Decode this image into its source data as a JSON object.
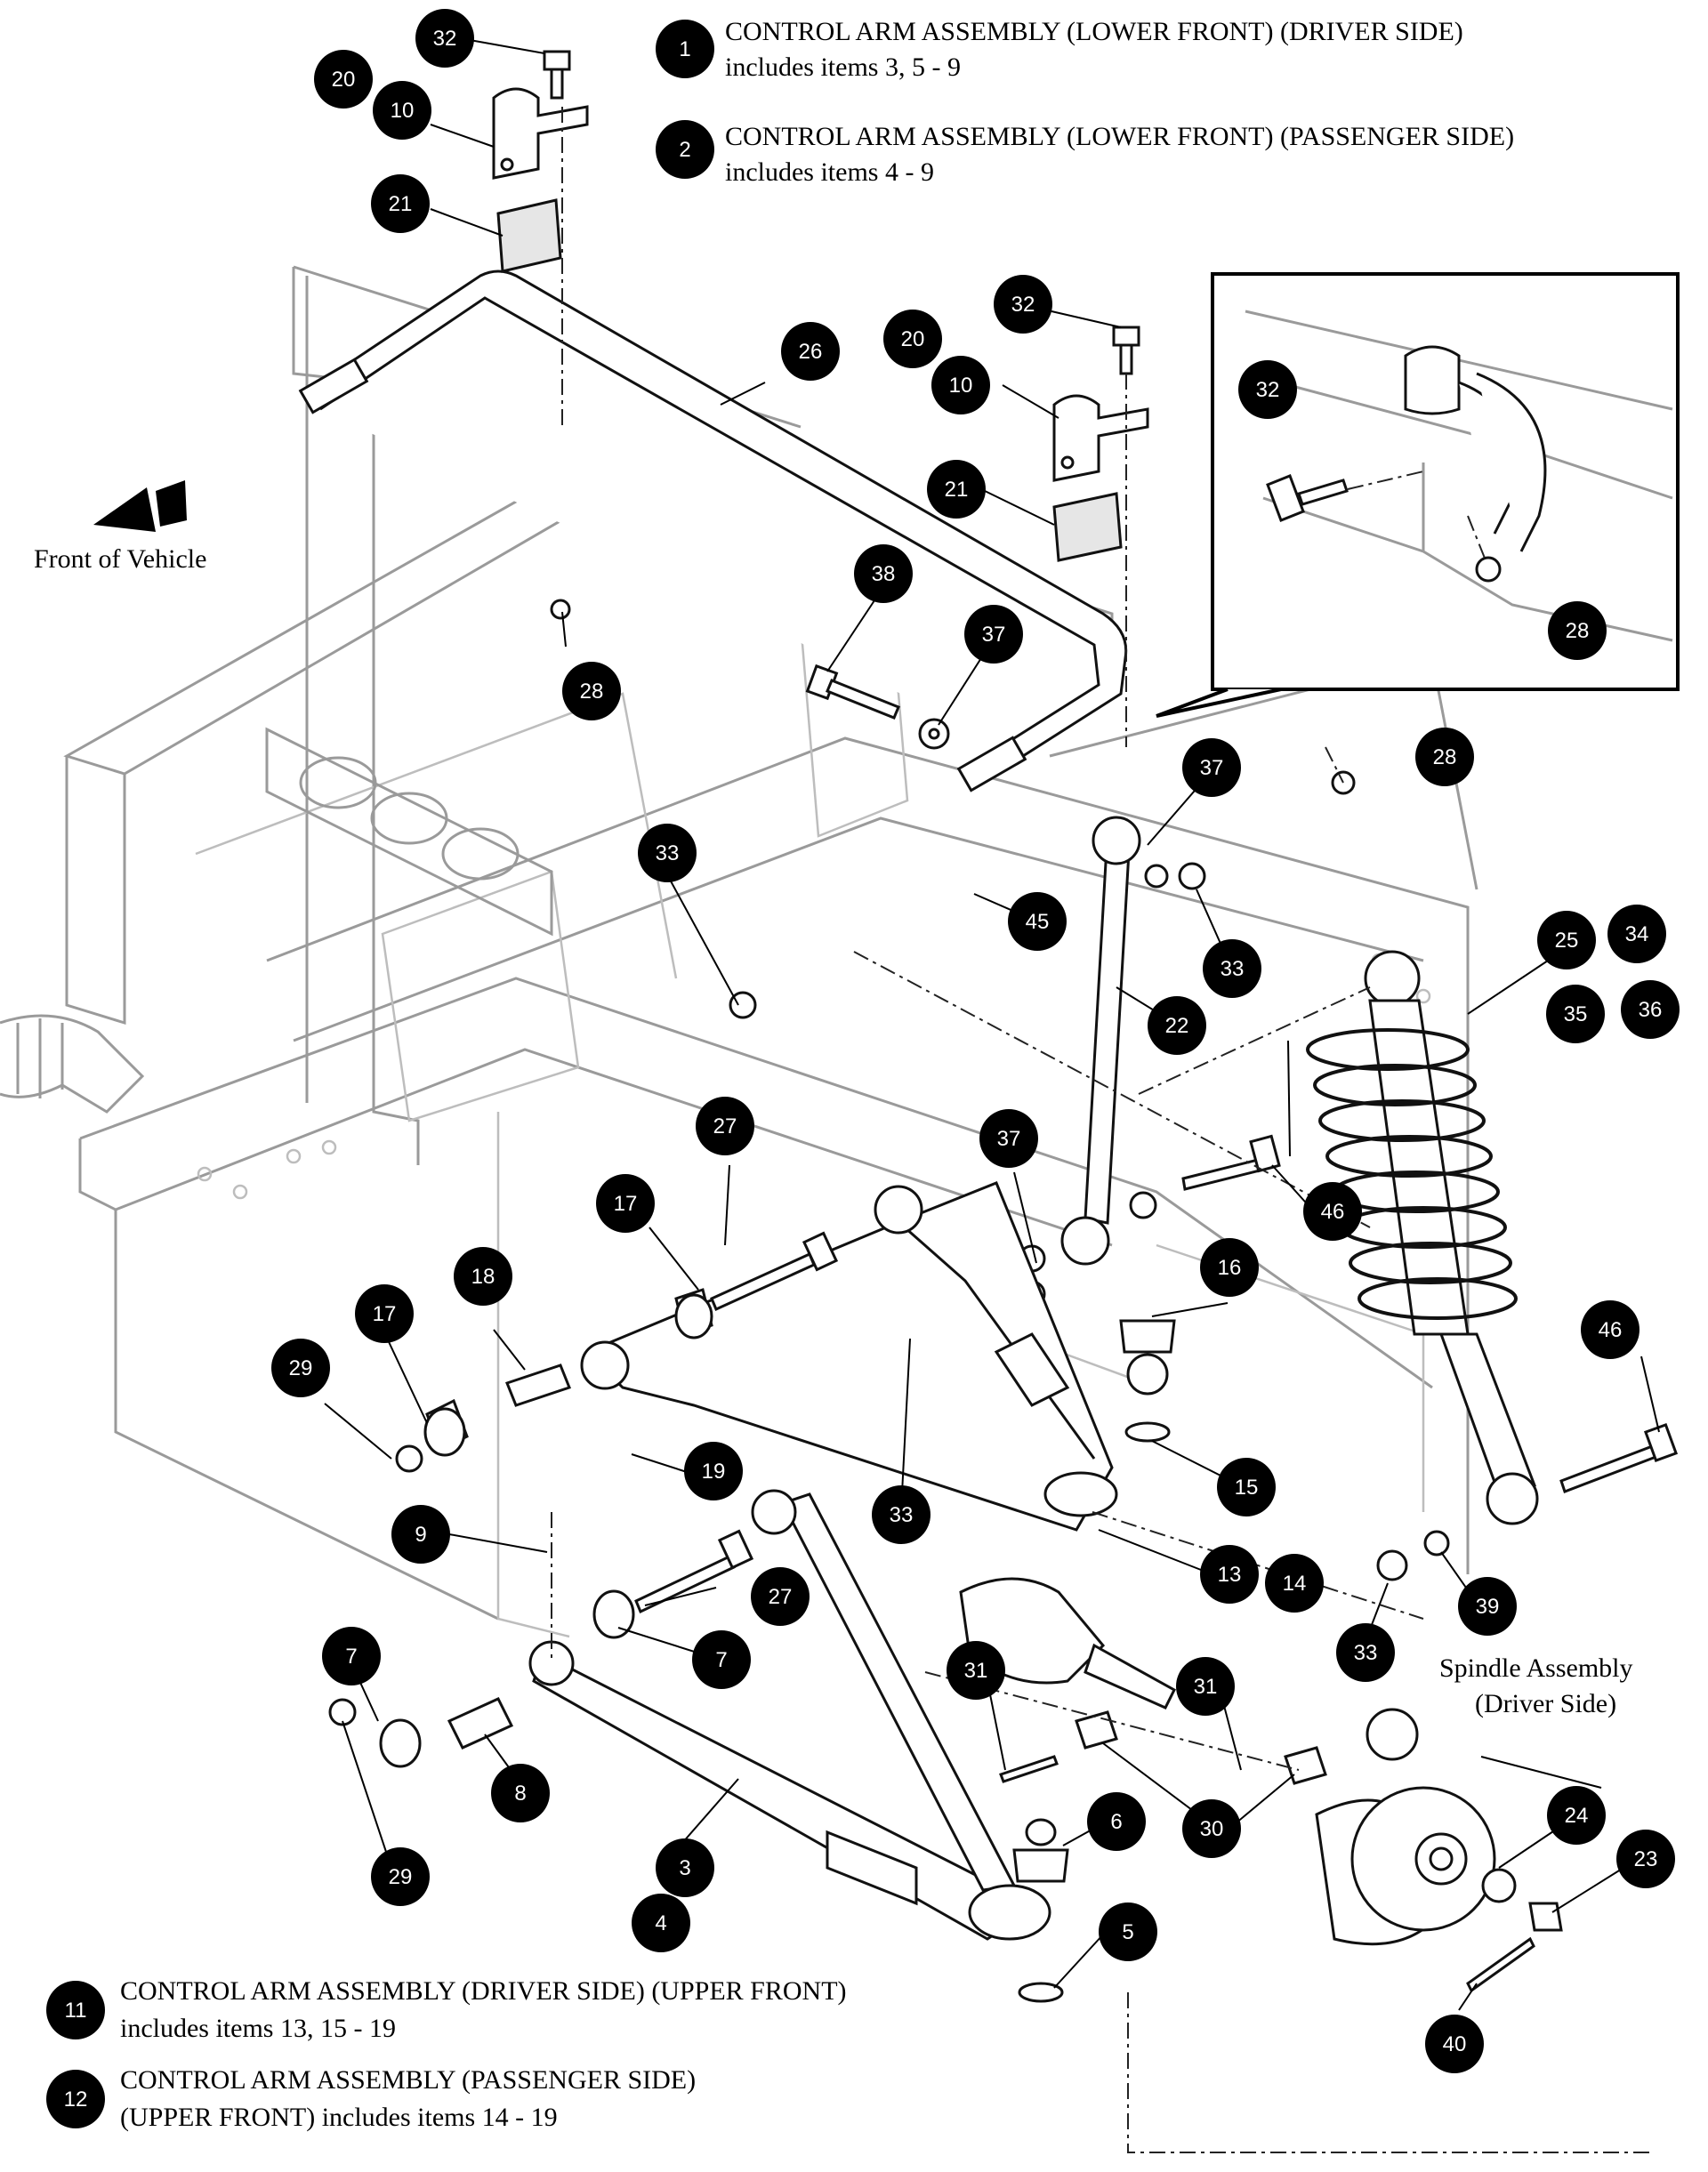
{
  "legend": {
    "item1": {
      "num": "1",
      "line1": "CONTROL ARM ASSEMBLY (LOWER FRONT) (DRIVER SIDE)",
      "line2": "includes items 3, 5 - 9"
    },
    "item2": {
      "num": "2",
      "line1": "CONTROL ARM ASSEMBLY (LOWER FRONT) (PASSENGER SIDE)",
      "line2": "includes items 4 - 9"
    },
    "item11": {
      "num": "11",
      "line1": "CONTROL ARM ASSEMBLY (DRIVER SIDE) (UPPER FRONT)",
      "line2": "includes items 13, 15 - 19"
    },
    "item12": {
      "num": "12",
      "line1": "CONTROL ARM ASSEMBLY (PASSENGER SIDE)",
      "line2": "(UPPER FRONT) includes items 14 - 19"
    }
  },
  "labels": {
    "front_of_vehicle": "Front of Vehicle",
    "spindle_line1": "Spindle Assembly",
    "spindle_line2": "(Driver Side)"
  },
  "callouts": {
    "c32a": "32",
    "c20a": "20",
    "c10a": "10",
    "c21a": "21",
    "c26": "26",
    "c32b": "32",
    "c20b": "20",
    "c10b": "10",
    "c21b": "21",
    "c38": "38",
    "c37a": "37",
    "c28a": "28",
    "c32c": "32",
    "c28b": "28",
    "c28c": "28",
    "c37b": "37",
    "c33a": "33",
    "c45": "45",
    "c33b": "33",
    "c22": "22",
    "c25": "25",
    "c34": "34",
    "c35": "35",
    "c36": "36",
    "c27a": "27",
    "c37c": "37",
    "c46a": "46",
    "c17a": "17",
    "c16": "16",
    "c18": "18",
    "c17b": "17",
    "c29a": "29",
    "c46b": "46",
    "c19": "19",
    "c15": "15",
    "c33c": "33",
    "c9": "9",
    "c13": "13",
    "c14": "14",
    "c27b": "27",
    "c39": "39",
    "c33d": "33",
    "c7a": "7",
    "c7b": "7",
    "c31a": "31",
    "c31b": "31",
    "c8": "8",
    "c30": "30",
    "c6": "6",
    "c24": "24",
    "c23": "23",
    "c29b": "29",
    "c3": "3",
    "c4": "4",
    "c5": "5",
    "c40": "40"
  }
}
